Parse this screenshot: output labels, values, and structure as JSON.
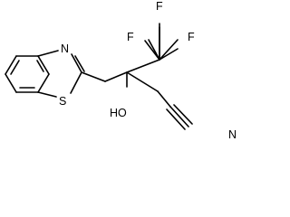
{
  "molecule": {
    "atoms": {
      "F_top": "F",
      "F_left": "F",
      "F_right": "F",
      "N_thiazole": "N",
      "S_thiazole": "S",
      "O_hydroxyl": "HO",
      "N_nitrile": "N"
    }
  },
  "colors": {
    "bond": "#000000",
    "label": "#000000",
    "background": "#ffffff"
  }
}
